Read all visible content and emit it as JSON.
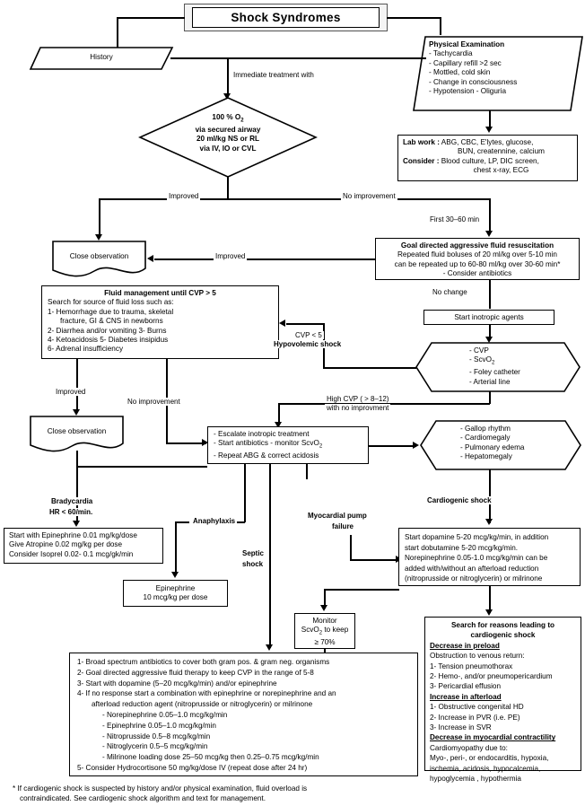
{
  "title": "Shock  Syndromes",
  "nodes": {
    "history": "History",
    "physical_exam": {
      "heading": "Physical Examination",
      "items": [
        "- Tachycardia",
        "- Capillary refill >2 sec",
        "- Mottled, cold skin",
        "- Change in consciousness",
        "- Hypotension  - Oliguria"
      ]
    },
    "immediate_treatment_label": "Immediate treatment  with",
    "diamond": [
      "100 % O₂",
      "via secured airway",
      "20 ml/kg  NS or RL",
      "via IV, IO or CVL"
    ],
    "labwork": {
      "l1a": "Lab work :",
      "l1b": " ABG, CBC, E'lytes, glucose,",
      "l2": "BUN, creatennine, calcium",
      "l3a": "Consider :",
      "l3b": " Blood culture, LP, DIC screen,",
      "l4": "chest x-ray, ECG"
    },
    "improved_1": "Improved",
    "no_improvement_1": "No improvement",
    "first_30_60": "First 30–60 min",
    "close_obs_1": "Close observation",
    "improved_2": "Improved",
    "goal_directed": {
      "heading": "Goal directed aggressive fluid resuscitation",
      "l1": "Repeated  fluid boluses of 20 ml/kg over 5-10 min",
      "l2": "can be repeated up to 60-80 ml/kg over 30-60 min*",
      "l3": "-  Consider antibiotics"
    },
    "fluid_mgmt": {
      "heading": "Fluid management until CVP > 5",
      "l1": "Search for source of fluid loss such as:",
      "l2": "1-  Hemorrhage due to trauma, skeletal",
      "l3": "fracture, GI & CNS in newborns",
      "l4": "2-  Diarrhea  and/or  vomiting       3-  Burns",
      "l5": "4-  Ketoacidosis        5-  Diabetes insipidus",
      "l6": "6-  Adrenal insufficiency"
    },
    "no_change": "No change",
    "start_inotropic": "Start inotropic agents",
    "cvp_low": {
      "l1": "CVP < 5",
      "l2": "Hypovolemic shock"
    },
    "monitor_hex": [
      "-  CVP",
      "-  ScvO₂",
      "-  Foley catheter",
      "-  Arterial line"
    ],
    "improved_3": "Improved",
    "no_improvement_2": "No improvement",
    "high_cvp": {
      "l1": "High CVP ( > 8–12)",
      "l2": "with no improvment"
    },
    "close_obs_2": "Close observation",
    "escalate": [
      "-  Escalate inotropic treatment",
      "-  Start antibiotics  - monitor ScvO₂",
      "-  Repeat  ABG & correct acidosis"
    ],
    "cardiac_hex": [
      "-  Gallop rhythm",
      "-  Cardiomegaly",
      "-  Pulmonary edema",
      "-  Hepatomegaly"
    ],
    "bradycardia": {
      "l1": "Bradycardia",
      "l2": "HR  <  60/min."
    },
    "anaphylaxis": "Anaphylaxis",
    "myocardial_pump": {
      "l1": "Myocardial pump",
      "l2": "failure"
    },
    "cardiogenic_shock_label": "Cardiogenic shock",
    "septic_shock": {
      "l1": "Septic",
      "l2": "shock"
    },
    "brady_box": [
      "Start with Epinephrine 0.01 mg/kg/dose",
      "Give  Atropine 0.02 mg/kg per dose",
      "Consider  Isoprel  0.02- 0.1 mcg/gk/min"
    ],
    "epi_box": [
      "Epinephrine",
      "10 mcg/kg per dose"
    ],
    "monitor_box": [
      "Monitor",
      "ScvO₂ to keep",
      "≥ 70%"
    ],
    "dopamine_box": [
      "Start dopamine 5-20 mcg/kg/min, in addition",
      "start dobutamine 5-20 mcg/kg/min.",
      "Norepinephrine 0.05-1.0 mcg/kg/min can be",
      "added with/without an afterload reduction",
      "(nitroprusside or nitroglycerin) or milrinone"
    ],
    "septic_box": [
      "1-  Broad spectrum antibiotics to cover both gram pos. & gram neg. organisms",
      "2-  Goal directed aggressive fluid therapy to keep CVP in the range of 5-8",
      "3-  Start with dopamine (5–20 mcg/kg/min) and/or epinephrine",
      "4-  If no response start a combination with epinephrine or norepinephrine and an",
      "afterload reduction agent (nitroprusside or nitroglycerin) or milrinone",
      "-  Norepinephrine 0.05–1.0 mcg/kg/min",
      "-  Epinephrine        0.05–1.0 mcg/kg/min",
      "-  Nitroprusside     0.5–8 mcg/kg/min",
      "-  Nitroglycerin      0.5–5 mcg/kg/min",
      "-  Milrinone loading dose 25–50 mcg/kg then 0.25–0.75 mcg/kg/min",
      "5-  Consider Hydrocortisone 50 mg/kg/dose IV (repeat dose after 24 hr)"
    ],
    "reasons_box": {
      "h1": "Search for reasons leading  to",
      "h2": "cardiogenic shock",
      "s1": "Decrease in  preload",
      "s1l1": "Obstruction to venous return:",
      "s1l2": "1-  Tension pneumothorax",
      "s1l3": "2-  Hemo-, and/or  pneumopericardium",
      "s1l4": "3-  Pericardial effusion",
      "s2": "Increase in afterload",
      "s2l1": "1-  Obstructive congenital  HD",
      "s2l2": "2-  Increase in PVR  (i.e. PE)",
      "s2l3": "3-  Increase  in  SVR",
      "s3": "Decrease in myocardial contractility",
      "s3l1": "Cardiomyopathy due to:",
      "s3l2": "Myo-, peri-, or  endocarditis, hypoxia,",
      "s3l3": "ischemia, acidosis, hypocalcemia,",
      "s3l4": "hypoglycemia , hypothermia"
    },
    "footnote": {
      "l1": "* If cardiogenic shock is suspected by history and/or physical examination, fluid overload is",
      "l2": "contraindicated. See cardiogenic shock algorithm and text for management."
    }
  }
}
